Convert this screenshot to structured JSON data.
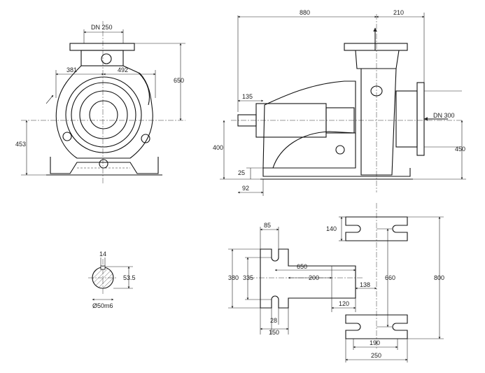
{
  "front_view": {
    "dn_outlet": "DN 250",
    "dim_left_381": "381",
    "dim_right_492": "492",
    "dim_height_650": "650",
    "dim_axis_453": "453"
  },
  "side_view": {
    "dim_880": "880",
    "dim_210": "210",
    "dim_135": "135",
    "dim_400": "400",
    "dim_25": "25",
    "dim_92": "92",
    "dn_inlet": "DN 300",
    "dim_450": "450"
  },
  "shaft_section": {
    "dim_key_14": "14",
    "dim_53_5": "53.5",
    "diameter": "Ø50m6"
  },
  "foundation_plan": {
    "dim_85": "85",
    "dim_140": "140",
    "dim_380": "380",
    "dim_335": "335",
    "dim_650": "650",
    "dim_200": "200",
    "dim_138": "138",
    "dim_120": "120",
    "dim_28": "28",
    "dim_150": "150",
    "dim_660": "660",
    "dim_800": "800",
    "dim_190": "190",
    "dim_250": "250"
  }
}
